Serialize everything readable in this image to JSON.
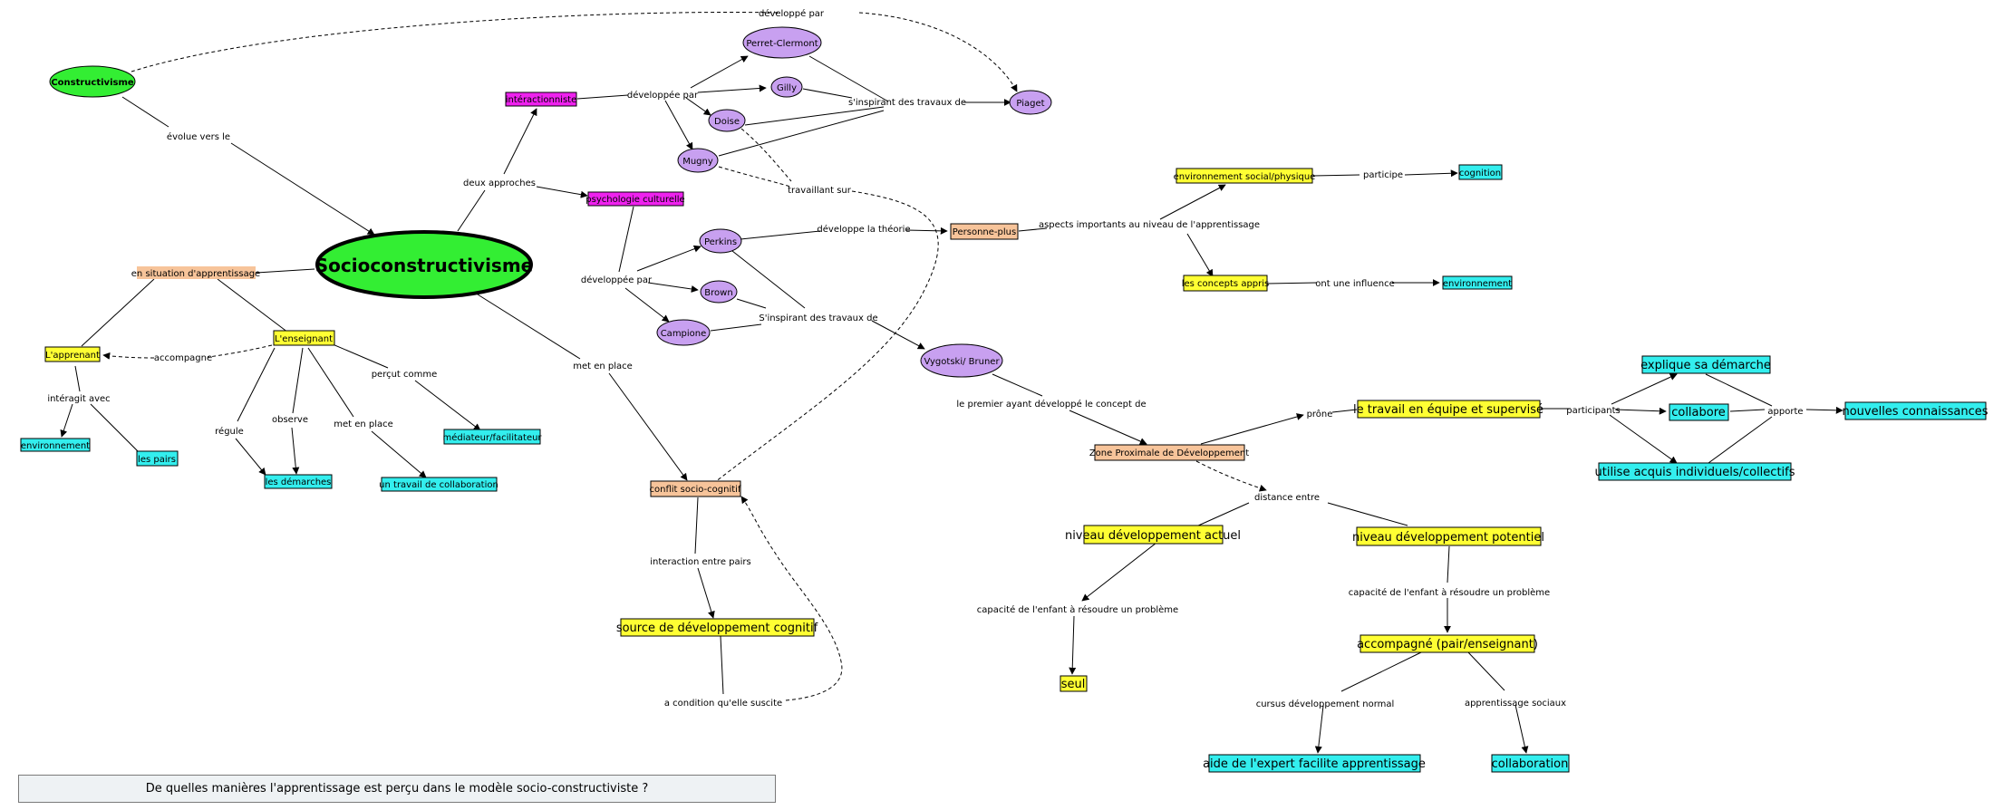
{
  "caption": "De quelles manières l'apprentissage est perçu dans le modèle socio-constructiviste ?",
  "nodes": {
    "constructivisme": "Constructivisme",
    "socioconstructivisme": "Socioconstructivisme",
    "interactionniste": "intéractionniste",
    "psychologie_culturelle": "psychologie culturelle",
    "perret_clermont": "Perret-Clermont",
    "gilly": "Gilly",
    "doise": "Doise",
    "mugny": "Mugny",
    "piaget": "Piaget",
    "perkins": "Perkins",
    "brown": "Brown",
    "campione": "Campione",
    "personne_plus": "Personne-plus",
    "env_social": "environnement social/physique",
    "cognition": "cognition",
    "concepts_appris": "les concepts appris",
    "environnement_right": "environnement",
    "vygotski": "Vygotski/ Bruner",
    "situation": "en situation d'apprentissage",
    "apprenant": "L'apprenant",
    "enseignant": "L'enseignant",
    "environnement_left": "environnement",
    "pairs": "les pairs",
    "demarches": "les démarches",
    "collab_work": "un travail de collaboration",
    "mediateur": "médiateur/facilitateur",
    "conflit": "conflit socio-cognitif",
    "source": "source de développement cognitif",
    "zpd": "Zone Proximale de Développement",
    "travail_equipe": "le travail en équipe et supervisé",
    "explique": "explique sa démarche",
    "collabore": "collabore",
    "utilise": "utilise acquis individuels/collectifs",
    "nouvelles": "nouvelles connaissances",
    "niveau_actuel": "niveau développement actuel",
    "niveau_potentiel": "niveau développement potentiel",
    "seul": "seul",
    "accompagne": "accompagné (pair/enseignant)",
    "aide_expert": "aide de l'expert facilite apprentissage",
    "collaboration": "collaboration"
  },
  "links": {
    "developpe_par_top": "développé par",
    "evolue": "évolue vers le",
    "deux_approches": "deux approches",
    "developpee_par_1": "développée par",
    "inspirant_1": "s'inspirant des travaux de",
    "travaillant_sur": "travaillant sur",
    "developpee_par_2": "développée par",
    "developpe_theorie": "développe la théorie",
    "inspirant_2": "S'inspirant des travaux de",
    "aspects": "aspects importants au niveau de l'apprentissage",
    "participe": "participe",
    "influence": "ont une influence",
    "accompagne": "accompagne",
    "interagit": "intéragit avec",
    "regule": "régule",
    "observe": "observe",
    "met_en_place_1": "met en place",
    "percut": "perçut comme",
    "met_en_place_2": "met en place",
    "interaction_pairs": "interaction entre pairs",
    "condition": "a condition qu'elle suscite",
    "premier": "le premier ayant développé le concept de",
    "prone": "prône",
    "participants": "participants",
    "apporte": "apporte",
    "distance": "distance entre",
    "capacite_1": "capacité de l'enfant à résoudre un problème",
    "capacite_2": "capacité de l'enfant à résoudre un problème",
    "cursus": "cursus développement normal",
    "apprentissage_sociaux": "apprentissage sociaux"
  },
  "colors": {
    "green_node": "#33ee33",
    "purple_node": "#c8a0f0",
    "magenta_node": "#ee22ee",
    "yellow_node": "#ffff33",
    "cyan_node": "#33eeee",
    "peach_node": "#f7c49a",
    "caption_bg": "#eef2f4"
  }
}
